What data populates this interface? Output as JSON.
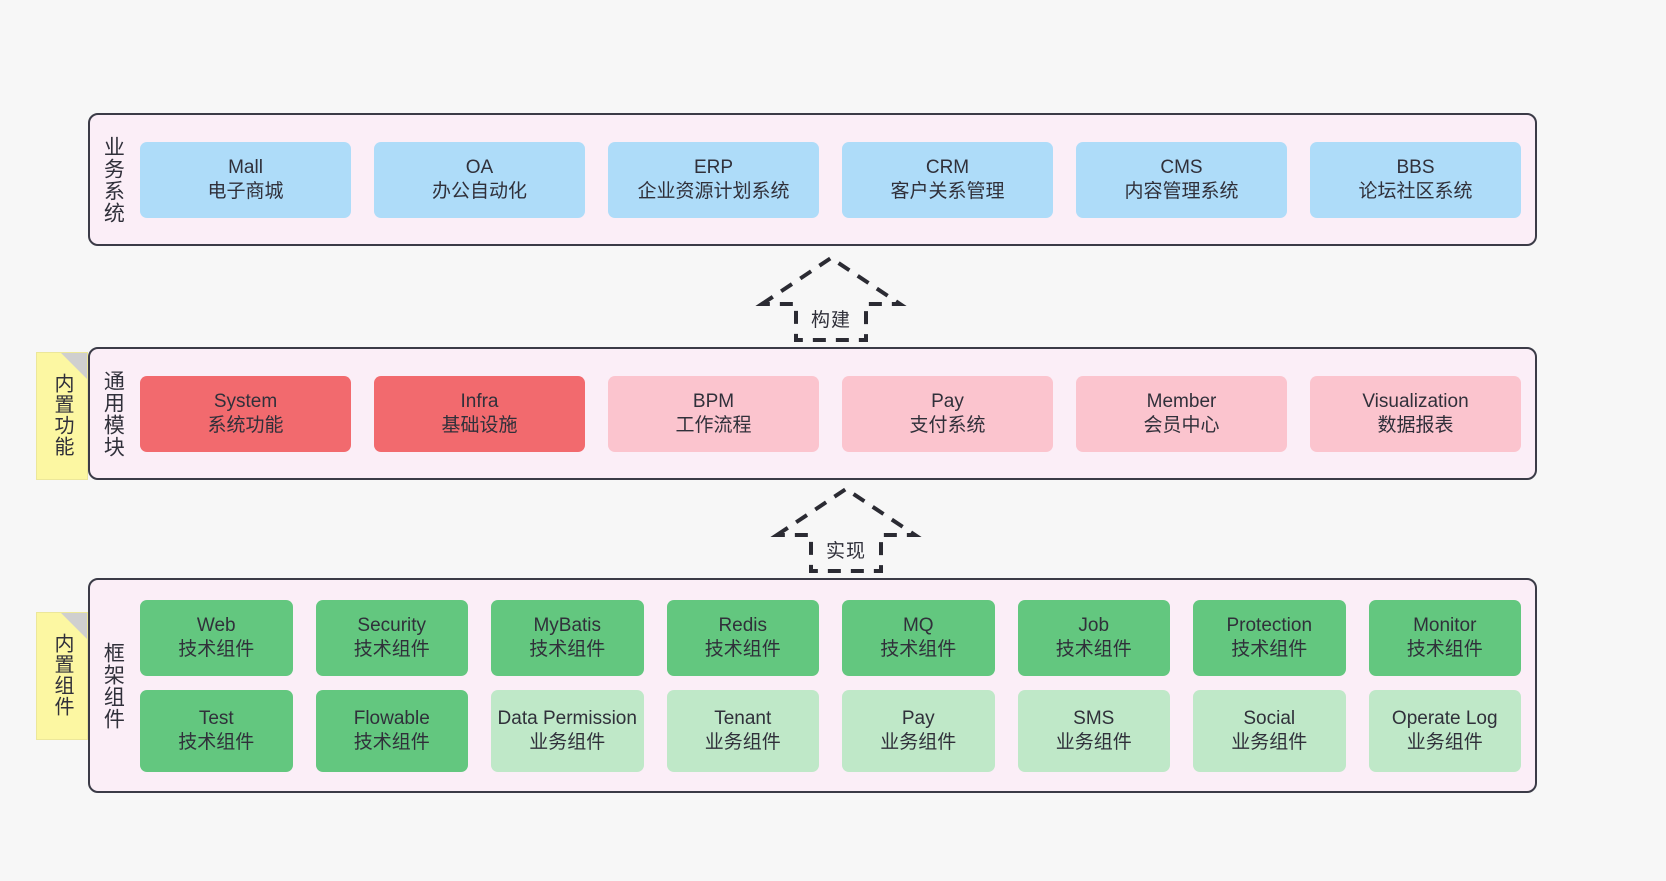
{
  "layers": {
    "business": {
      "title": "业务系统",
      "cards": [
        {
          "en": "Mall",
          "cn": "电子商城"
        },
        {
          "en": "OA",
          "cn": "办公自动化"
        },
        {
          "en": "ERP",
          "cn": "企业资源计划系统"
        },
        {
          "en": "CRM",
          "cn": "客户关系管理"
        },
        {
          "en": "CMS",
          "cn": "内容管理系统"
        },
        {
          "en": "BBS",
          "cn": "论坛社区系统"
        }
      ]
    },
    "common": {
      "title": "通用模块",
      "cards": [
        {
          "en": "System",
          "cn": "系统功能"
        },
        {
          "en": "Infra",
          "cn": "基础设施"
        },
        {
          "en": "BPM",
          "cn": "工作流程"
        },
        {
          "en": "Pay",
          "cn": "支付系统"
        },
        {
          "en": "Member",
          "cn": "会员中心"
        },
        {
          "en": "Visualization",
          "cn": "数据报表"
        }
      ]
    },
    "framework": {
      "title": "框架组件",
      "row1": [
        {
          "en": "Web",
          "cn": "技术组件"
        },
        {
          "en": "Security",
          "cn": "技术组件"
        },
        {
          "en": "MyBatis",
          "cn": "技术组件"
        },
        {
          "en": "Redis",
          "cn": "技术组件"
        },
        {
          "en": "MQ",
          "cn": "技术组件"
        },
        {
          "en": "Job",
          "cn": "技术组件"
        },
        {
          "en": "Protection",
          "cn": "技术组件"
        },
        {
          "en": "Monitor",
          "cn": "技术组件"
        }
      ],
      "row2": [
        {
          "en": "Test",
          "cn": "技术组件"
        },
        {
          "en": "Flowable",
          "cn": "技术组件"
        },
        {
          "en": "Data Permission",
          "cn": "业务组件"
        },
        {
          "en": "Tenant",
          "cn": "业务组件"
        },
        {
          "en": "Pay",
          "cn": "业务组件"
        },
        {
          "en": "SMS",
          "cn": "业务组件"
        },
        {
          "en": "Social",
          "cn": "业务组件"
        },
        {
          "en": "Operate Log",
          "cn": "业务组件"
        }
      ]
    }
  },
  "notes": [
    {
      "text": "内置功能"
    },
    {
      "text": "内置组件"
    }
  ],
  "arrows": [
    {
      "label": "构建"
    },
    {
      "label": "实现"
    }
  ],
  "colors": {
    "business_card": "#aedcf9",
    "common_card_strong": "#f26a6e",
    "common_card_light": "#fbc4ce",
    "framework_tech": "#63c77f",
    "framework_business": "#bfe8c8",
    "layer_background": "#fbeef7",
    "layer_border": "#3b3b47",
    "note_background": "#fcf7a2",
    "page_background": "#f7f7f7"
  }
}
